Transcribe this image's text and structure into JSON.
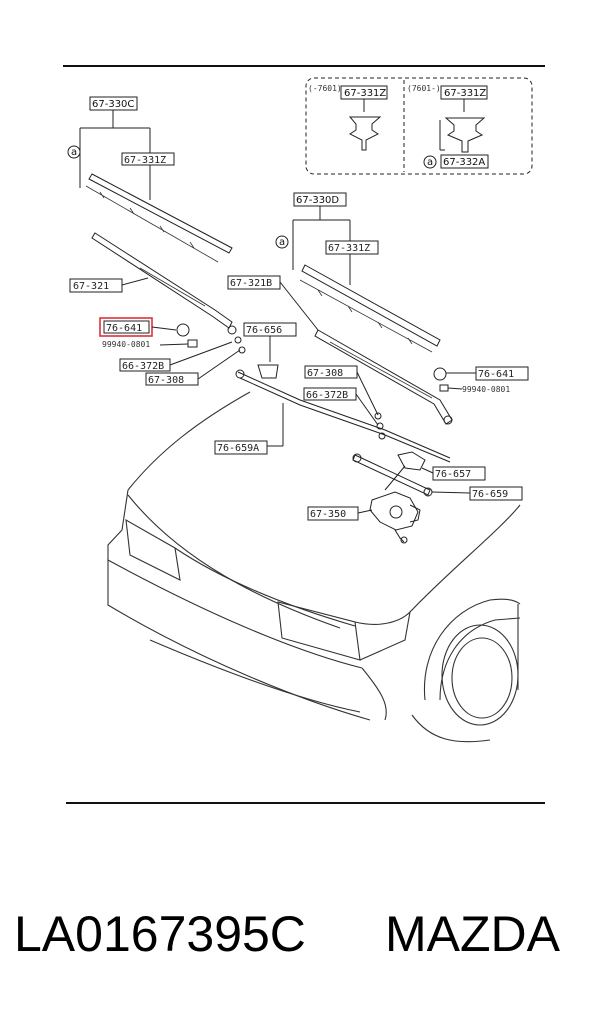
{
  "diagram": {
    "labels": {
      "l_67_330C": "67-330C",
      "l_67_331Z_a": "67-331Z",
      "l_7601_before": "(-7601)",
      "l_67_331Z_b": "67-331Z",
      "l_7601_after": "(7601-)",
      "l_67_331Z_c": "67-331Z",
      "l_a_1": "a",
      "l_a_2": "a",
      "l_a_3": "a",
      "l_67_332A": "67-332A",
      "l_67_330D": "67-330D",
      "l_67_331Z_d": "67-331Z",
      "l_67_321": "67-321",
      "l_67_321B": "67-321B",
      "l_76_641_a": "76-641",
      "l_99940_a": "99940-0801",
      "l_76_656": "76-656",
      "l_66_372B_a": "66-372B",
      "l_67_308_a": "67-308",
      "l_67_308_b": "67-308",
      "l_76_641_b": "76-641",
      "l_99940_b": "99940-0801",
      "l_66_372B_b": "66-372B",
      "l_76_659A": "76-659A",
      "l_76_657": "76-657",
      "l_76_659": "76-659",
      "l_67_350": "67-350"
    }
  },
  "footer": {
    "part_number": "LA0167395C",
    "brand": "MAZDA"
  },
  "colors": {
    "highlight": "#e0303a",
    "ink": "#222222"
  }
}
